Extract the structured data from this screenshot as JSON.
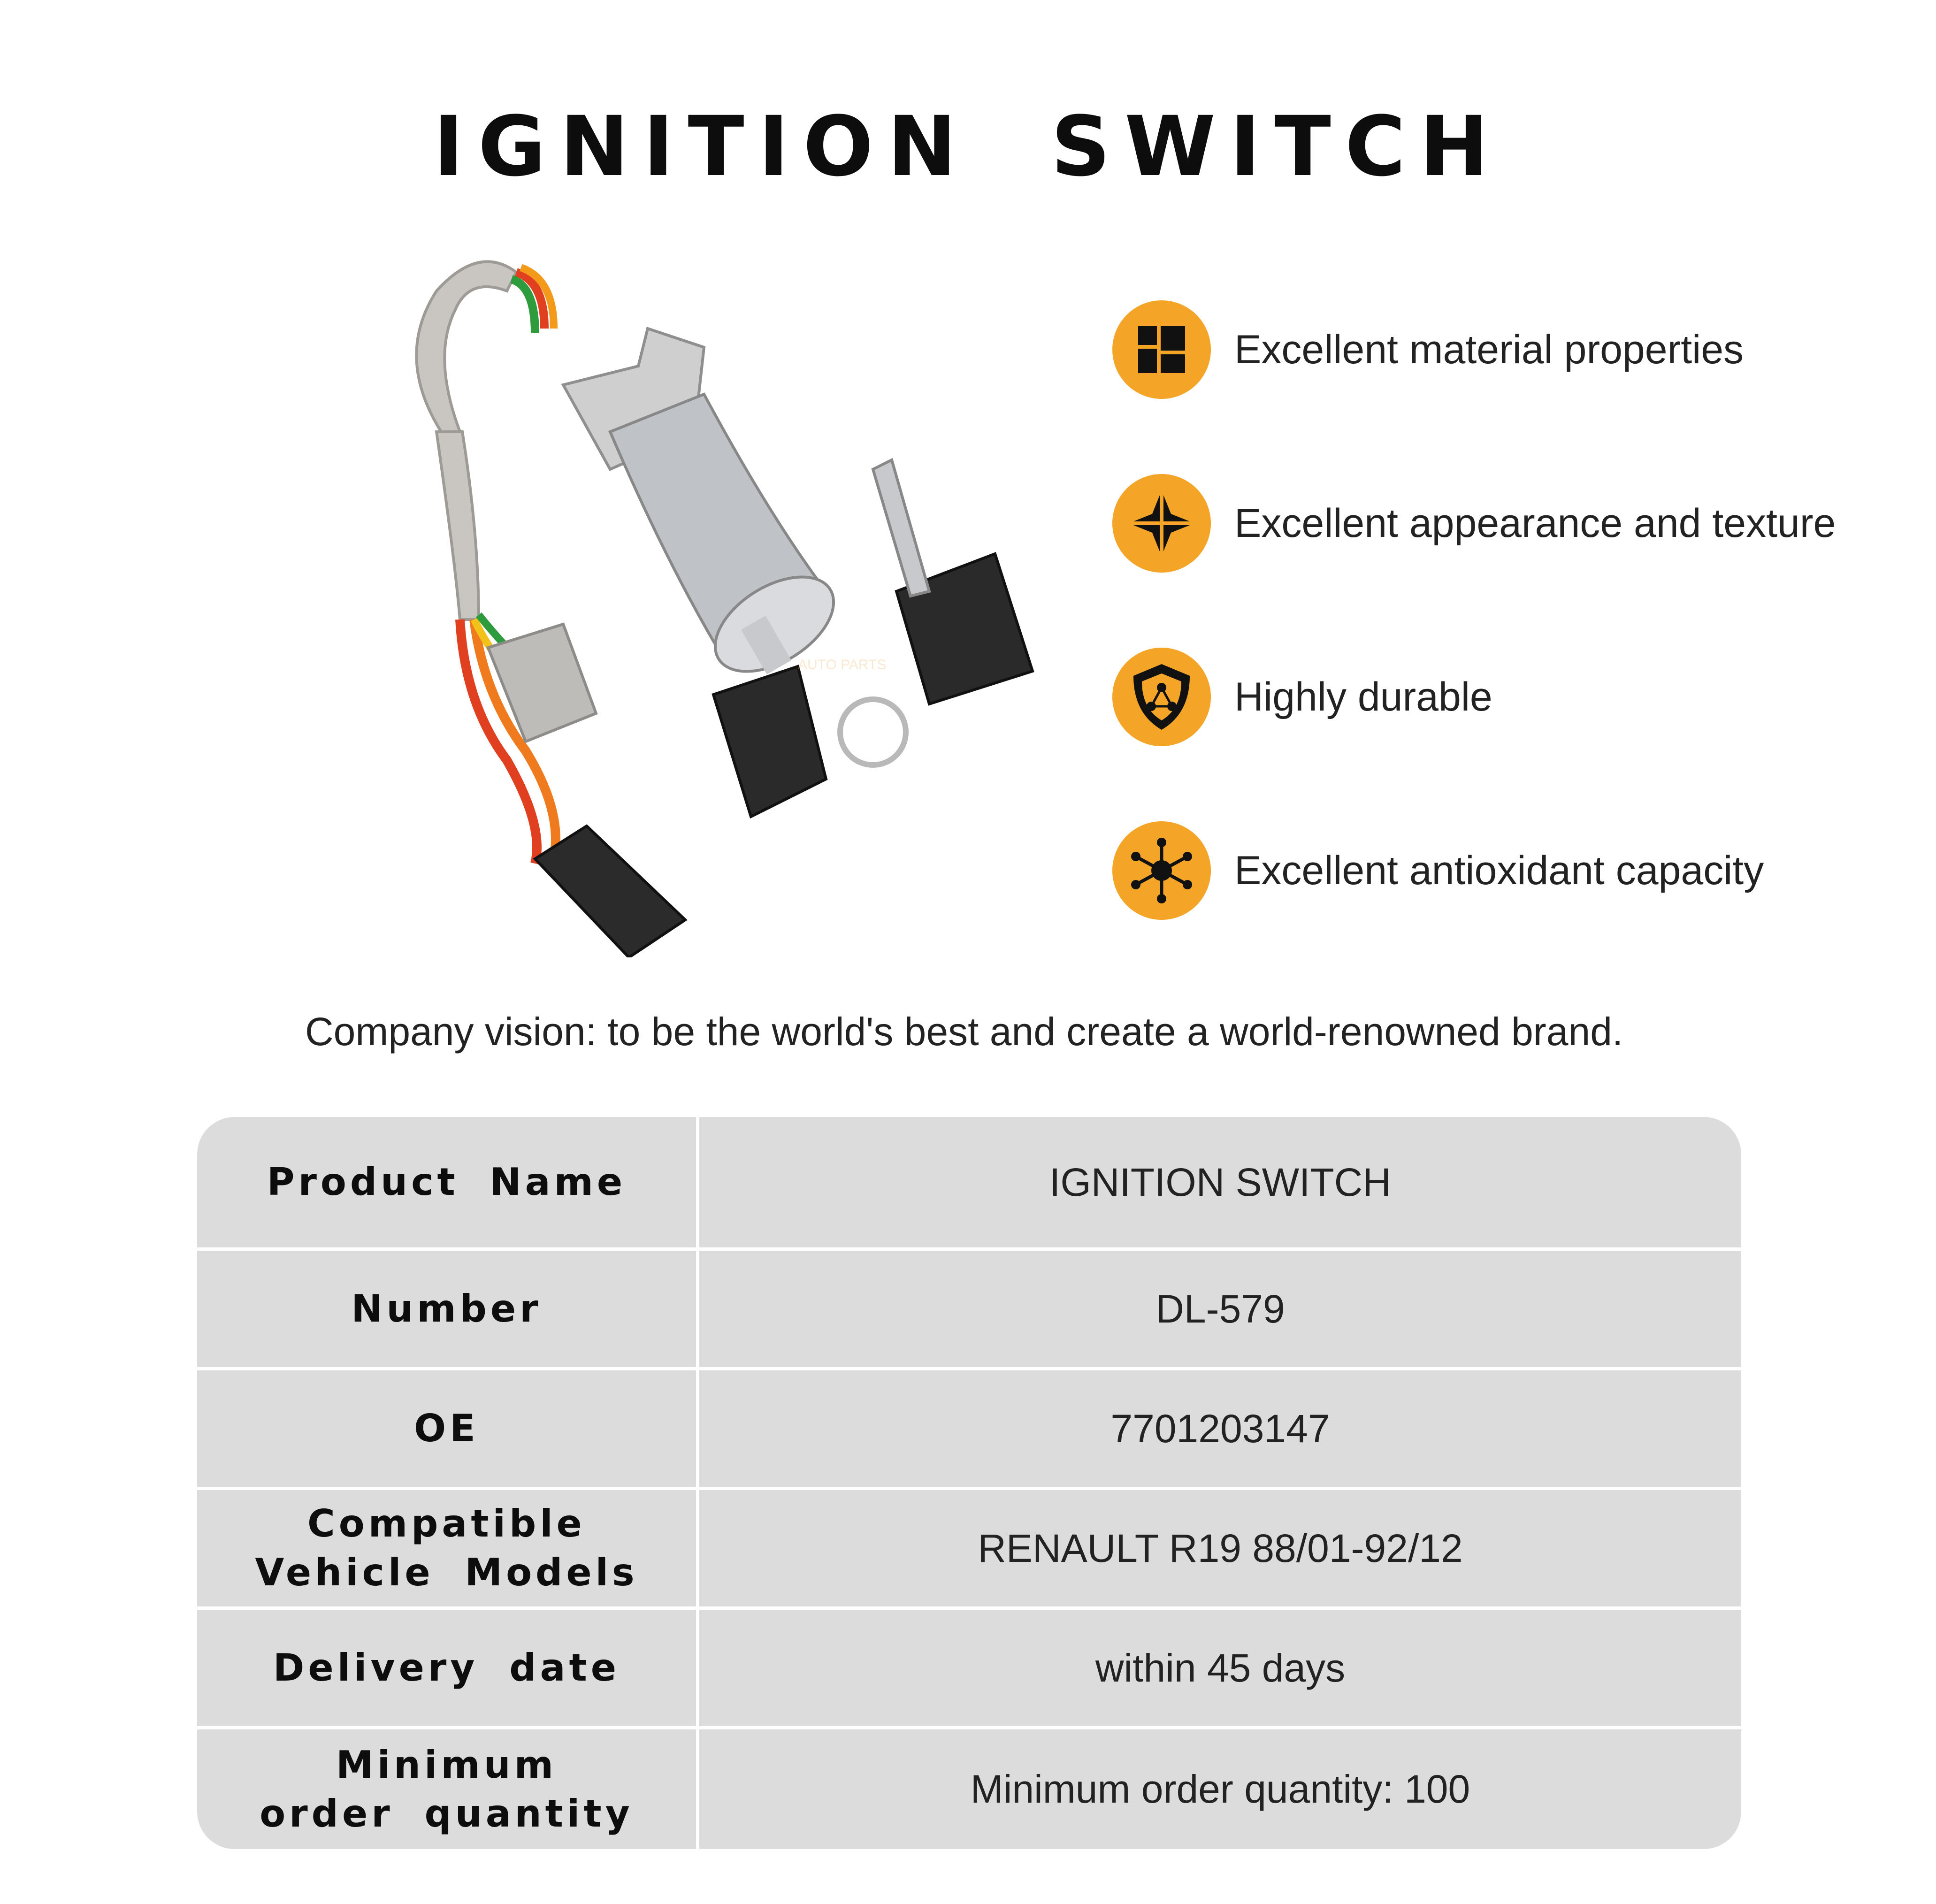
{
  "title": "IGNITION SWITCH",
  "watermark": "AUTO PARTS",
  "features": [
    {
      "label": "Excellent material properties",
      "icon": "blocks-icon"
    },
    {
      "label": "Excellent appearance and texture",
      "icon": "compass-star-icon"
    },
    {
      "label": "Highly durable",
      "icon": "shield-icon"
    },
    {
      "label": "Excellent antioxidant capacity",
      "icon": "molecule-icon"
    }
  ],
  "vision": "Company vision: to be the world's best and create a world-renowned brand.",
  "colors": {
    "accent": "#f4a427",
    "table_bg": "#dcdcdc",
    "title": "#0d0d0d"
  },
  "specs": [
    {
      "key": "Product Name",
      "value": "IGNITION SWITCH"
    },
    {
      "key": "Number",
      "value": "DL-579"
    },
    {
      "key": "OE",
      "value": "7701203147"
    },
    {
      "key_line1": "Compatible",
      "key_line2": "Vehicle Models",
      "value": "RENAULT R19 88/01-92/12"
    },
    {
      "key": "Delivery date",
      "value": "within 45 days"
    },
    {
      "key_line1": "Minimum",
      "key_line2": "order quantity",
      "value": "Minimum order quantity: 100"
    }
  ]
}
